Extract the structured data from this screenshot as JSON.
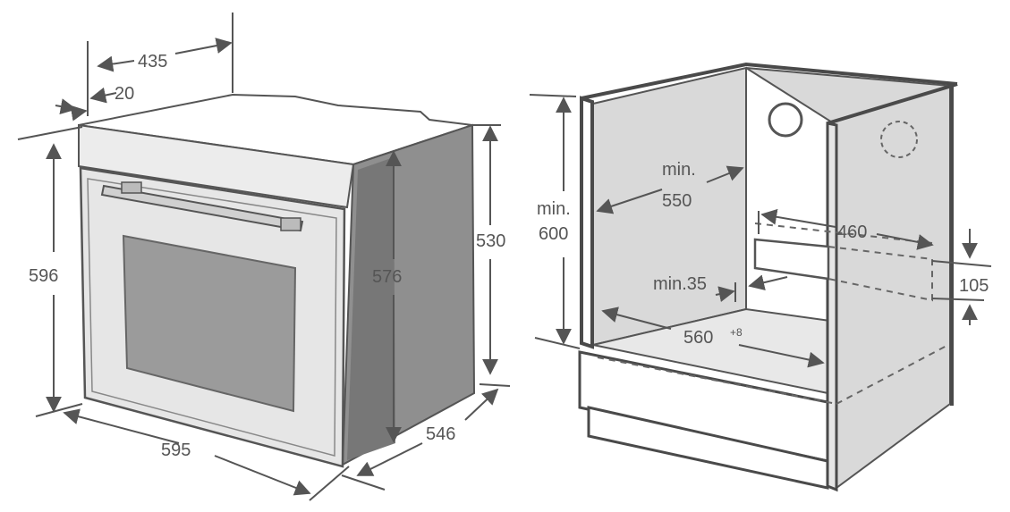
{
  "oven": {
    "depth_top": "435",
    "front_offset": "20",
    "height": "596",
    "inner_height": "576",
    "body_height": "530",
    "width": "595",
    "depth": "546"
  },
  "cabinet": {
    "min_height_label": "min.",
    "min_height_value": "600",
    "min_depth_label": "min.",
    "min_depth_value": "550",
    "vent_width": "460",
    "vent_height": "105",
    "min_gap": "min.35",
    "inner_width": "560",
    "inner_width_tolerance": "+8"
  },
  "colors": {
    "line": "#555555",
    "panel": "#d9d9d9",
    "surface": "#ffffff"
  }
}
